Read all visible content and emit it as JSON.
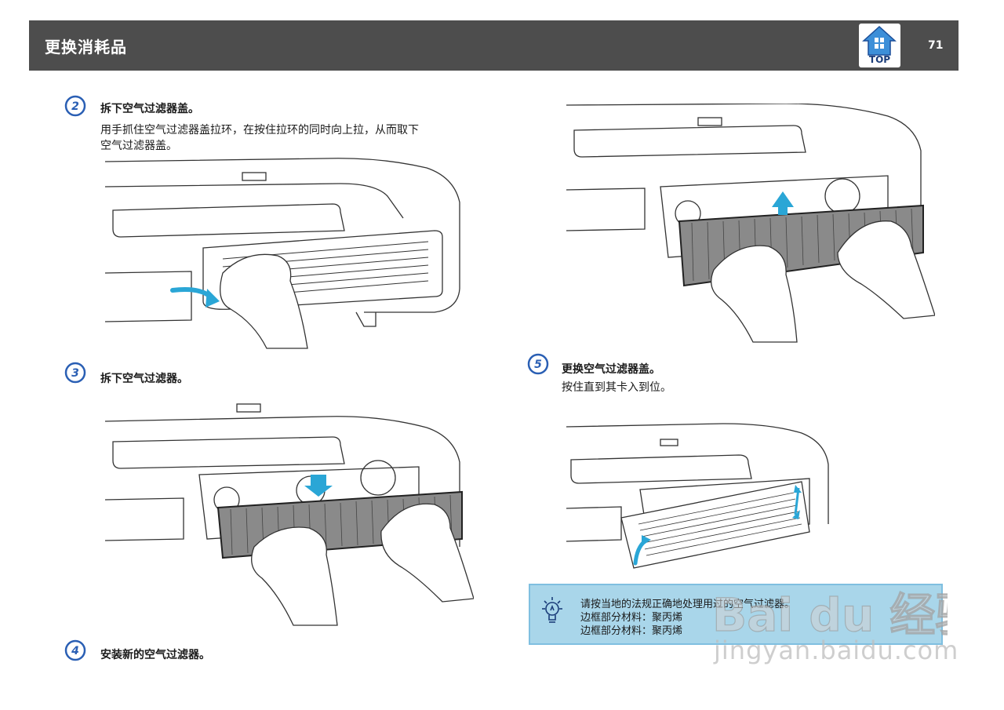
{
  "header": {
    "title": "更换消耗品",
    "page_number": "71",
    "top_label": "TOP"
  },
  "steps": [
    {
      "number": "2",
      "title": "拆下空气过滤器盖。",
      "body": [
        "用手抓住空气过滤器盖拉环，在按住拉环的同时向上拉，从而取下",
        "空气过滤器盖。"
      ]
    },
    {
      "number": "3",
      "title": "拆下空气过滤器。"
    },
    {
      "number": "4",
      "title": "安装新的空气过滤器。"
    },
    {
      "number": "5",
      "title": "更换空气过滤器盖。",
      "body": [
        "按住直到其卡入到位。"
      ]
    }
  ],
  "tip": {
    "icon": "lightbulb-tip-icon",
    "lines": [
      "请按当地的法规正确地处理用过的空气过滤器。",
      "边框部分材料：聚丙烯",
      "边框部分材料：聚丙烯"
    ]
  },
  "watermark": {
    "logo": "Bai du 经验",
    "url": "jingyan.baidu.com"
  },
  "colors": {
    "header_bg": "#4d4d4d",
    "accent_blue": "#2aa6d6",
    "tip_bg": "#a9d6ea",
    "badge_blue": "#2a5fb4"
  }
}
